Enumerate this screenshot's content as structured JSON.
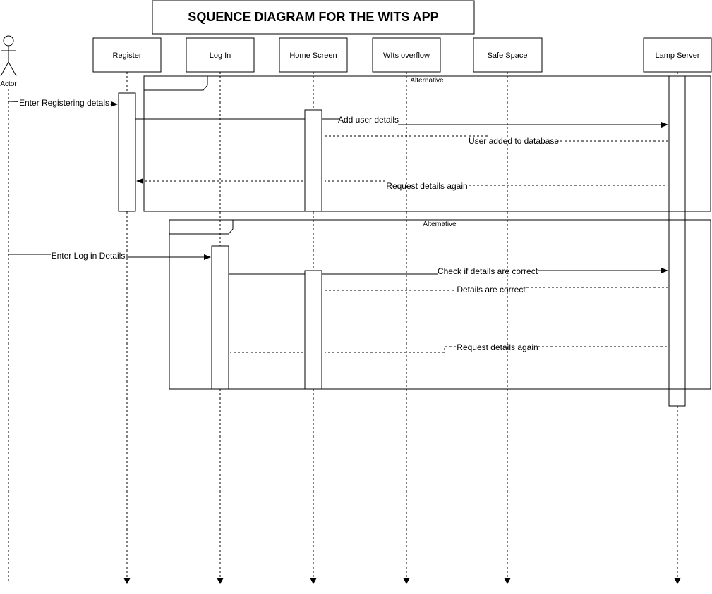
{
  "title": "SQUENCE DIAGRAM FOR THE WITS APP",
  "actor": {
    "label": "Actor"
  },
  "lifelines": [
    {
      "label": "Register"
    },
    {
      "label": "Log In"
    },
    {
      "label": "Home Screen"
    },
    {
      "label": "WIts overflow"
    },
    {
      "label": "Safe Space"
    },
    {
      "label": "Lamp Server"
    }
  ],
  "fragments": [
    {
      "label": "Alternative"
    },
    {
      "label": "Alternative"
    }
  ],
  "messages": [
    {
      "label": "Enter Registering detals"
    },
    {
      "label": "Add user details"
    },
    {
      "label": "User added to database"
    },
    {
      "label": "Request details again"
    },
    {
      "label": "Enter Log in Details"
    },
    {
      "label": "Check if details are correct"
    },
    {
      "label": "Details are correct"
    },
    {
      "label": "Request details again"
    }
  ]
}
